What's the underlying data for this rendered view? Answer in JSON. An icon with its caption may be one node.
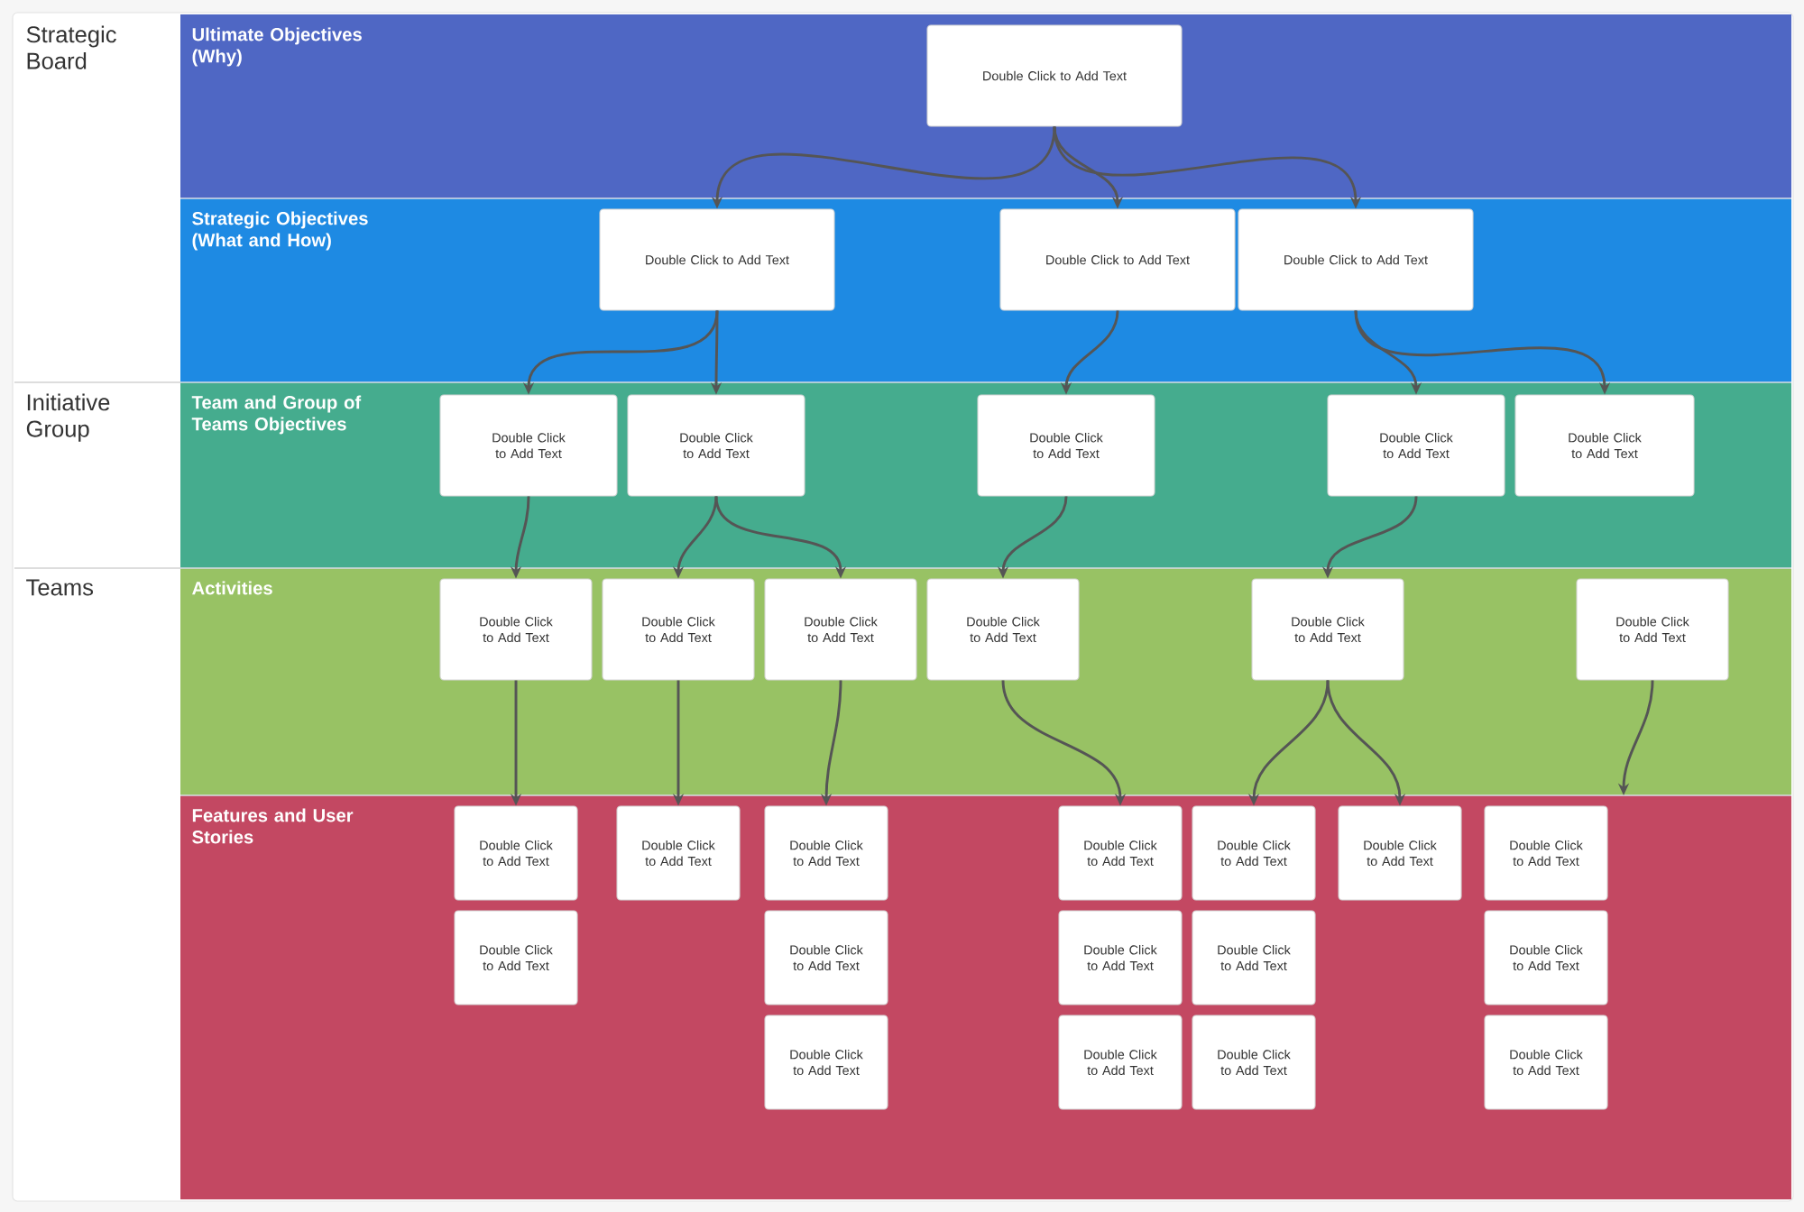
{
  "diagram": {
    "nodes": [
      {
        "text": [
          "Strategic Board"
        ]
      },
      {
        "text": [
          "Ultimate Objectives (Why)"
        ]
      },
      {
        "text": [
          "Double Click to Add Text"
        ],
        "in": 1
      },
      {
        "text": [
          "Strategic Objectives (What and How)"
        ]
      },
      {
        "text": [
          "Double Click to Add Text"
        ],
        "in": 3
      },
      {
        "text": [
          "Double Click to Add Text"
        ],
        "in": 3
      },
      {
        "text": [
          "Double Click to Add Text"
        ],
        "in": 3
      },
      {
        "text": [
          "Initiative Group"
        ]
      },
      {
        "text": [
          "Team and Group of Teams Objectives"
        ]
      },
      {
        "text": [
          "Double Click to Add Text"
        ],
        "in": 8
      },
      {
        "text": [
          "Double Click to Add Text"
        ],
        "in": 8
      },
      {
        "text": [
          "Double Click to Add Text"
        ],
        "in": 8
      },
      {
        "text": [
          "Double Click to Add Text"
        ],
        "in": 8
      },
      {
        "text": [
          "Double Click to Add Text"
        ],
        "in": 8
      },
      {
        "text": [
          "Teams"
        ]
      },
      {
        "text": [
          "Activities"
        ]
      },
      {
        "text": [
          "Double Click to Add Text"
        ],
        "in": 15
      },
      {
        "text": [
          "Double Click to Add Text"
        ],
        "in": 15
      },
      {
        "text": [
          "Double Click to Add Text"
        ],
        "in": 15
      },
      {
        "text": [
          "Double Click to Add Text"
        ],
        "in": 15
      },
      {
        "text": [
          "Double Click to Add Text"
        ],
        "in": 15
      },
      {
        "text": [
          "Double Click to Add Text"
        ],
        "in": 15
      },
      {
        "text": [
          "Features and User Stories"
        ]
      },
      {
        "text": [
          "Double Click to Add Text"
        ],
        "in": 22
      },
      {
        "text": [
          "Double Click to Add Text"
        ],
        "in": 22
      },
      {
        "text": [
          "Double Click to Add Text"
        ],
        "in": 22
      },
      {
        "text": [
          "Double Click to Add Text"
        ],
        "in": 22
      },
      {
        "text": [
          "Double Click to Add Text"
        ],
        "in": 22
      },
      {
        "text": [
          "Double Click to Add Text"
        ],
        "in": 22
      },
      {
        "text": [
          "Double Click to Add Text"
        ],
        "in": 22
      },
      {
        "text": [
          "Double Click to Add Text"
        ],
        "in": 22
      },
      {
        "text": [
          "Double Click to Add Text"
        ],
        "in": 22
      },
      {
        "text": [
          "Double Click to Add Text"
        ],
        "in": 22
      },
      {
        "text": [
          "Double Click to Add Text"
        ],
        "in": 22
      },
      {
        "text": [
          "Double Click to Add Text"
        ],
        "in": 22
      },
      {
        "text": [
          "Double Click to Add Text"
        ],
        "in": 22
      },
      {
        "text": [
          "Double Click to Add Text"
        ],
        "in": 22
      },
      {
        "text": [
          "Double Click to Add Text"
        ],
        "in": 22
      },
      {
        "text": [
          "Double Click to Add Text"
        ],
        "in": 22
      }
    ],
    "edges": [
      {
        "from": 2,
        "to": 4,
        "arrow": "to"
      },
      {
        "from": 2,
        "to": 5,
        "arrow": "to"
      },
      {
        "from": 2,
        "to": 6,
        "arrow": "to"
      },
      {
        "from": 4,
        "to": 9,
        "arrow": "to"
      },
      {
        "from": 4,
        "to": 10,
        "arrow": "to"
      },
      {
        "from": 5,
        "to": 11,
        "arrow": "to"
      },
      {
        "from": 6,
        "to": 12,
        "arrow": "to"
      },
      {
        "from": 6,
        "to": 13,
        "arrow": "to"
      },
      {
        "from": 9,
        "to": 16,
        "arrow": "to"
      },
      {
        "from": 10,
        "to": 17,
        "arrow": "to"
      },
      {
        "from": 10,
        "to": 18,
        "arrow": "to"
      },
      {
        "from": 11,
        "to": 19,
        "arrow": "to"
      },
      {
        "from": 12,
        "to": 20,
        "arrow": "to"
      },
      {
        "from": 16,
        "to": 23,
        "arrow": "to"
      },
      {
        "from": 17,
        "to": 24,
        "arrow": "to"
      },
      {
        "from": 18,
        "to": 25,
        "arrow": "to"
      },
      {
        "from": 19,
        "to": 26,
        "arrow": "to"
      },
      {
        "from": 20,
        "to": 27,
        "arrow": "to"
      },
      {
        "from": 20,
        "to": 28,
        "arrow": "to"
      },
      {
        "from": 21,
        "to": 22,
        "arrow": "to"
      }
    ]
  }
}
